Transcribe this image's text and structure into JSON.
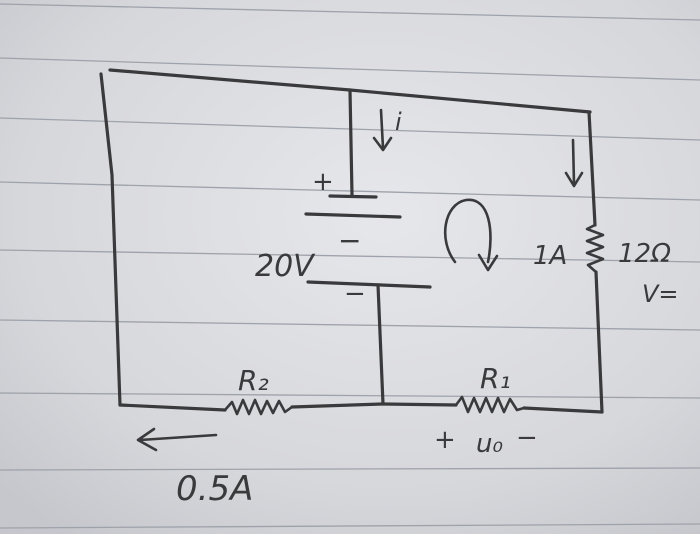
{
  "labels": {
    "current_i": "i",
    "plus_top": "+",
    "minus_mid": "−",
    "source_voltage": "20V",
    "minus_low": "−",
    "current_1a": "1A",
    "resistor_12": "12Ω",
    "v_equals": "V=",
    "r2": "R₂",
    "r1": "R₁",
    "u0_plus": "+",
    "u0": "u₀",
    "u0_minus": "−",
    "current_05a": "0.5A"
  }
}
